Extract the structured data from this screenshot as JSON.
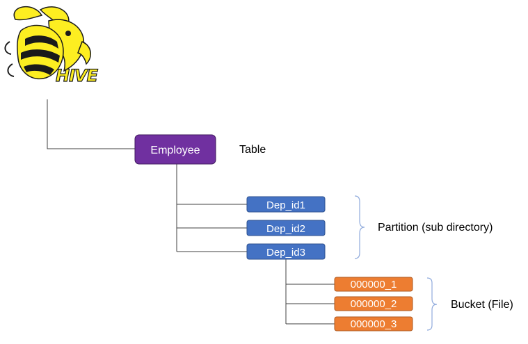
{
  "logo": {
    "wordmark": "HIVE",
    "icon": "hive-bee-elephant-icon"
  },
  "table": {
    "label": "Employee",
    "annotation": "Table",
    "color": "#7030A0"
  },
  "partitions": {
    "items": [
      "Dep_id1",
      "Dep_id2",
      "Dep_id3"
    ],
    "annotation": "Partition (sub directory)",
    "color": "#4472C4"
  },
  "buckets": {
    "items": [
      "000000_1",
      "000000_2",
      "000000_3"
    ],
    "annotation": "Bucket (File)",
    "color": "#ED7D31"
  },
  "colors": {
    "connector": "#404040",
    "brace": "#8FAADC",
    "logo_yellow": "#FDEE21",
    "logo_dark": "#1A1A1A"
  }
}
